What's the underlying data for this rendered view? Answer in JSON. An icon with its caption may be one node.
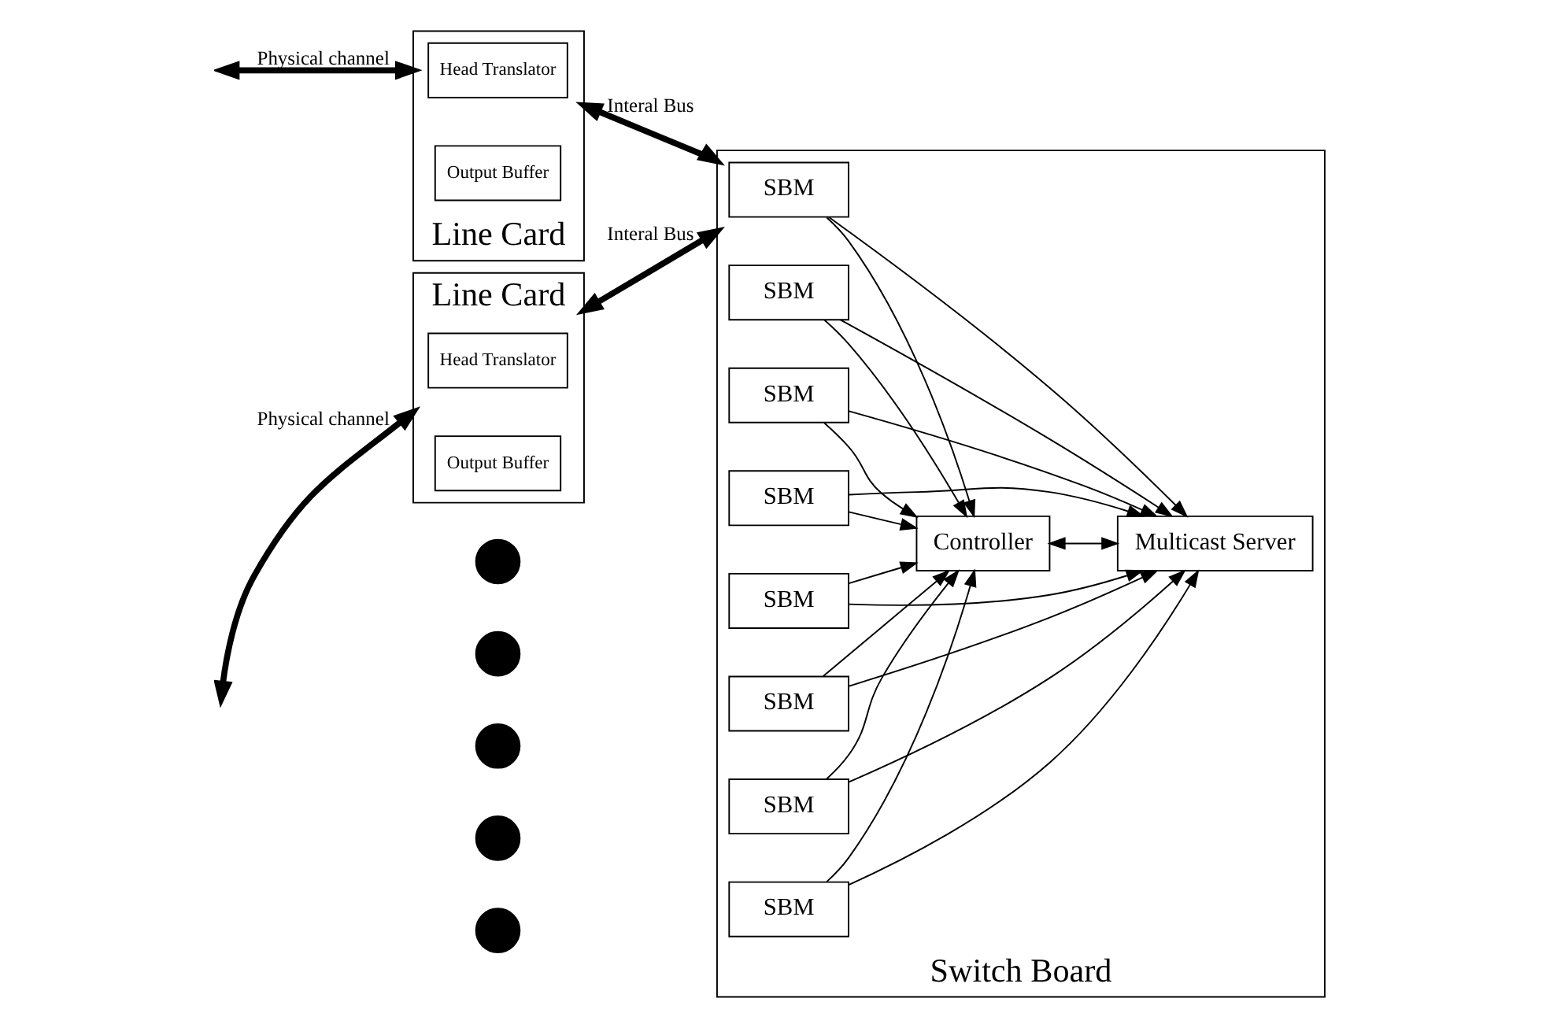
{
  "diagram": {
    "nodes": [
      {
        "text": [
          "Line Card"
        ]
      },
      {
        "text": [
          "Head Translator"
        ],
        "in": 0
      },
      {
        "text": [
          "Output Buffer"
        ],
        "in": 0
      },
      {
        "text": [],
        "shape": "circle"
      },
      {
        "text": [],
        "shape": "circle"
      },
      {
        "text": [],
        "shape": "circle"
      },
      {
        "text": [],
        "shape": "circle"
      },
      {
        "text": [],
        "shape": "circle"
      },
      {
        "text": [
          "Line Card"
        ]
      },
      {
        "text": [
          "Head Translator"
        ],
        "in": 8
      },
      {
        "text": [
          "Output Buffer"
        ],
        "in": 8
      },
      {
        "text": [
          "Switch Board"
        ]
      },
      {
        "text": [
          "SBM"
        ],
        "in": 11
      },
      {
        "text": [
          "SBM"
        ],
        "in": 11
      },
      {
        "text": [
          "SBM"
        ],
        "in": 11
      },
      {
        "text": [
          "SBM"
        ],
        "in": 11
      },
      {
        "text": [
          "SBM"
        ],
        "in": 11
      },
      {
        "text": [
          "SBM"
        ],
        "in": 11
      },
      {
        "text": [
          "SBM"
        ],
        "in": 11
      },
      {
        "text": [
          "SBM"
        ],
        "in": 11
      },
      {
        "text": [
          "Controller"
        ],
        "in": 11
      },
      {
        "text": [
          "Multicast Server"
        ],
        "in": 11
      }
    ],
    "edges": [
      {
        "from": null,
        "to": 0,
        "arrow": "both",
        "label": "Physical channel",
        "style": "thick"
      },
      {
        "from": 0,
        "to": 11,
        "arrow": "both",
        "label": "Interal Bus",
        "style": "thick"
      },
      {
        "from": null,
        "to": 8,
        "arrow": "both",
        "label": "Physical channel",
        "style": "thick"
      },
      {
        "from": 8,
        "to": 11,
        "arrow": "both",
        "label": "Interal Bus",
        "style": "thick"
      },
      {
        "from": 12,
        "to": 20,
        "arrow": "to"
      },
      {
        "from": 13,
        "to": 20,
        "arrow": "to"
      },
      {
        "from": 14,
        "to": 20,
        "arrow": "to"
      },
      {
        "from": 15,
        "to": 20,
        "arrow": "to"
      },
      {
        "from": 16,
        "to": 20,
        "arrow": "to"
      },
      {
        "from": 17,
        "to": 20,
        "arrow": "to"
      },
      {
        "from": 18,
        "to": 20,
        "arrow": "to"
      },
      {
        "from": 19,
        "to": 20,
        "arrow": "to"
      },
      {
        "from": 12,
        "to": 21,
        "arrow": "to"
      },
      {
        "from": 13,
        "to": 21,
        "arrow": "to"
      },
      {
        "from": 14,
        "to": 21,
        "arrow": "to"
      },
      {
        "from": 15,
        "to": 21,
        "arrow": "to"
      },
      {
        "from": 16,
        "to": 21,
        "arrow": "to"
      },
      {
        "from": 17,
        "to": 21,
        "arrow": "to"
      },
      {
        "from": 18,
        "to": 21,
        "arrow": "to"
      },
      {
        "from": 19,
        "to": 21,
        "arrow": "to"
      },
      {
        "from": 20,
        "to": 21,
        "arrow": "both"
      }
    ]
  }
}
